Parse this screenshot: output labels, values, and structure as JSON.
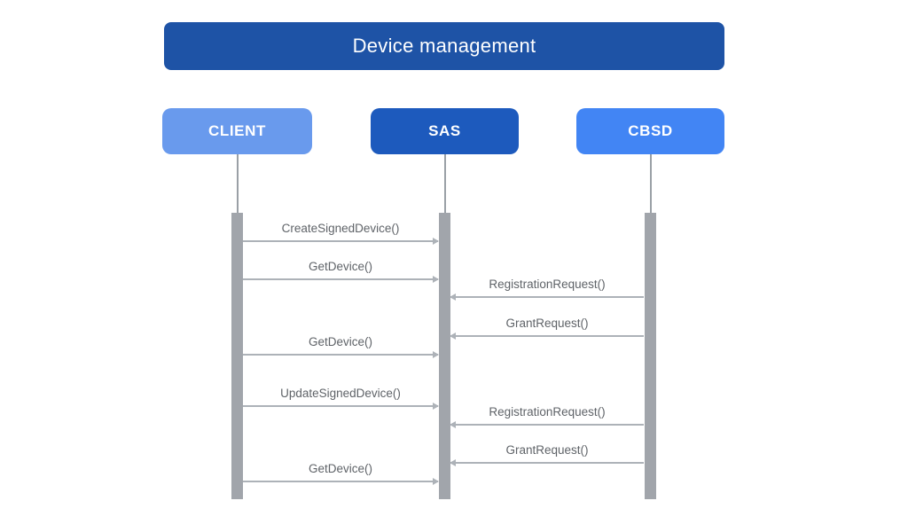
{
  "title": {
    "label": "Device management",
    "background": "#1e53a6",
    "text_color": "#ffffff"
  },
  "actors": [
    {
      "id": "client",
      "label": "CLIENT",
      "background": "#699aed",
      "text_color": "#ffffff"
    },
    {
      "id": "sas",
      "label": "SAS",
      "background": "#1d5abd",
      "text_color": "#ffffff"
    },
    {
      "id": "cbsd",
      "label": "CBSD",
      "background": "#4285f4",
      "text_color": "#ffffff"
    }
  ],
  "lifeline_color": "#9aa0a6",
  "activation_bar_color": "#a1a5ab",
  "arrow_color": "#adb2b8",
  "message_text_color": "#5f6368",
  "messages": [
    {
      "label": "CreateSignedDevice()",
      "from": "client",
      "to": "sas"
    },
    {
      "label": "GetDevice()",
      "from": "client",
      "to": "sas"
    },
    {
      "label": "RegistrationRequest()",
      "from": "cbsd",
      "to": "sas"
    },
    {
      "label": "GrantRequest()",
      "from": "cbsd",
      "to": "sas"
    },
    {
      "label": "GetDevice()",
      "from": "client",
      "to": "sas"
    },
    {
      "label": "UpdateSignedDevice()",
      "from": "client",
      "to": "sas"
    },
    {
      "label": "RegistrationRequest()",
      "from": "cbsd",
      "to": "sas"
    },
    {
      "label": "GrantRequest()",
      "from": "cbsd",
      "to": "sas"
    },
    {
      "label": "GetDevice()",
      "from": "client",
      "to": "sas"
    }
  ]
}
